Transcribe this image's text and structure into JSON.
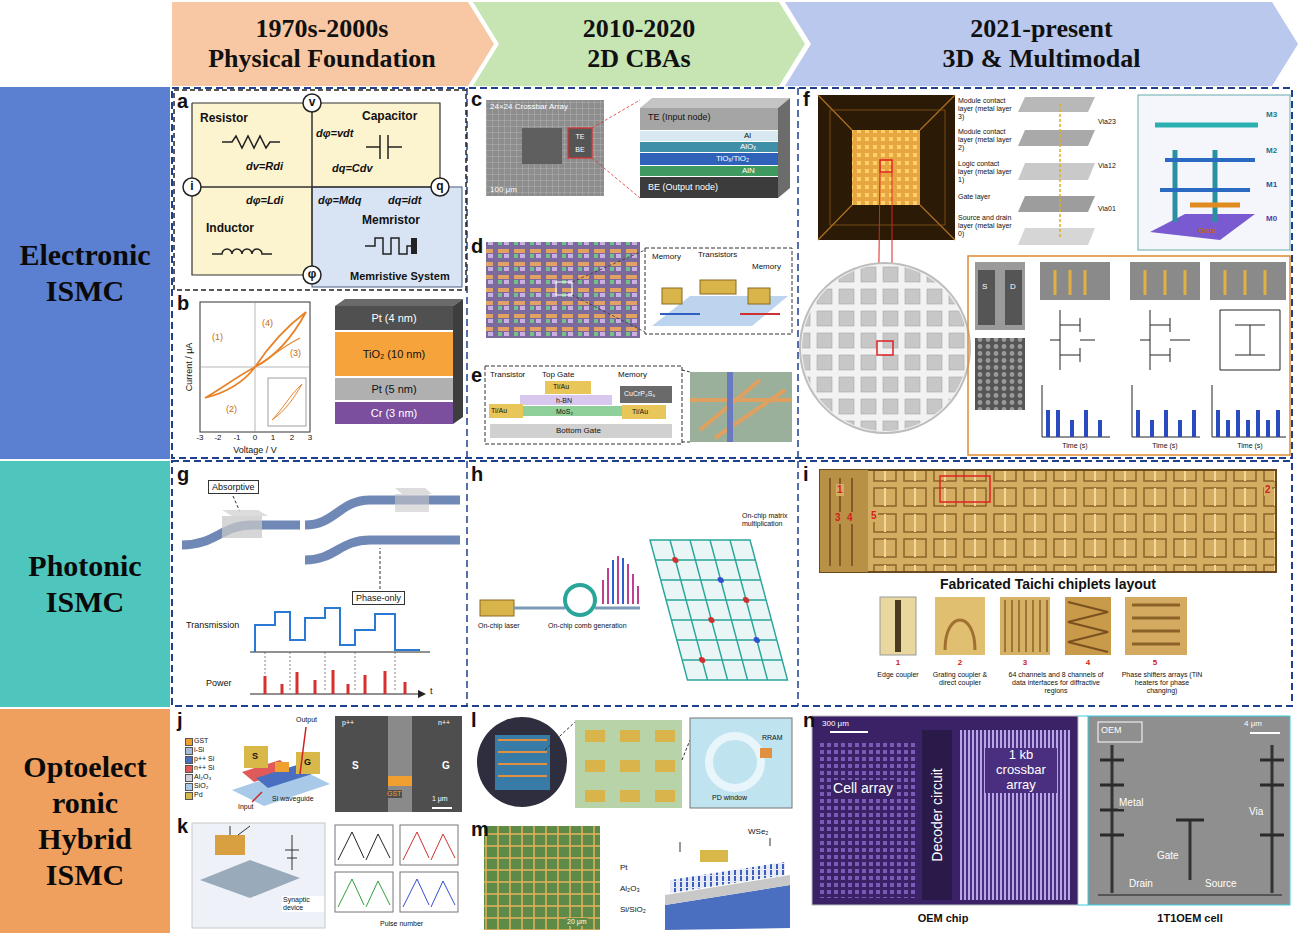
{
  "diagram": {
    "nodes": [
      {
        "text": [
          "1970s-2000s",
          "Physical Foundation"
        ]
      },
      {
        "text": [
          "2010-2020",
          "2D CBAs"
        ]
      },
      {
        "text": [
          "2021-present",
          "3D & Multimodal"
        ]
      },
      {
        "text": [
          "Electronic ISMC"
        ]
      },
      {
        "text": [
          "Photonic ISMC"
        ]
      },
      {
        "text": [
          "Optoelect ronic Hybrid ISMC"
        ]
      },
      {
        "text": [
          "a"
        ]
      },
      {
        "text": [
          "b"
        ]
      },
      {
        "text": [
          "c"
        ]
      },
      {
        "text": [
          "d"
        ]
      },
      {
        "text": [
          "e"
        ]
      },
      {
        "text": [
          "f"
        ]
      },
      {
        "text": [
          "g"
        ]
      },
      {
        "text": [
          "h"
        ]
      },
      {
        "text": [
          "i"
        ]
      },
      {
        "text": [
          "j"
        ]
      },
      {
        "text": [
          "k"
        ]
      },
      {
        "text": [
          "l"
        ]
      },
      {
        "text": [
          "m"
        ]
      },
      {
        "text": [
          "n"
        ]
      }
    ],
    "labels": [
      "v",
      "i",
      "q",
      "φ",
      "Resistor",
      "dv=Rdi",
      "Capacitor",
      "dq=Cdv",
      "dφ=vdt",
      "Inductor",
      "dφ=Ldi",
      "Memristor",
      "dφ=Mdq",
      "dq=idt",
      "Memristive System",
      "(1)",
      "(2)",
      "(3)",
      "(4)",
      "-3",
      "-2",
      "-1",
      "0",
      "1",
      "2",
      "3",
      "Voltage / V",
      "Current / μA",
      "Pt (4 nm)",
      "TiO₂ (10 nm)",
      "Pt (5 nm)",
      "Cr (3 nm)",
      "24×24 Crossbar Array",
      "TE",
      "BE",
      "100 μm",
      "TE (Input node)",
      "Al",
      "AlOₓ",
      "TiOₓ/TiO₂",
      "AlN",
      "BE (Output node)",
      "Memory",
      "Transistors",
      "Memory",
      "Transistor",
      "Top Gate",
      "Ti/Au",
      "h-BN",
      "MoS₂",
      "Ti/Au",
      "Memory",
      "CuCrP₂S₆",
      "Ti/Au",
      "Bottom Gate",
      "Module contact layer (metal layer 3)",
      "Module contact layer (metal layer 2)",
      "Logic contact layer (metal layer 1)",
      "Gate layer",
      "Source and drain layer (metal layer 0)",
      "Via23",
      "Via12",
      "Via01",
      "M3",
      "M2",
      "M1",
      "M0",
      "Gate",
      "S",
      "D",
      "Time (s)",
      "Time (s)",
      "Time (s)",
      "Absorptive",
      "Phase-only",
      "Transmission",
      "Power",
      "t",
      "On-chip laser",
      "On-chip comb generation",
      "On-chip matrix multiplication",
      "1",
      "2",
      "3",
      "4",
      "5",
      "Fabricated Taichi chiplets layout",
      "1",
      "2",
      "3",
      "4",
      "5",
      "Edge coupler",
      "Grating coupler & direct coupler",
      "64 channels and 8 channels of data interfaces for diffractive regions",
      "Phase shifters arrays (TiN heaters for phase changing)",
      "Output",
      "Input",
      "Si waveguide",
      "S",
      "G",
      "p++",
      "n++",
      "S",
      "G",
      "GST",
      "1 μm",
      "Synaptic device",
      "Pulse number",
      "RRAM",
      "PD window",
      "WSe₂",
      "Pt",
      "Al₂O₃",
      "Si/SiO₂",
      "20 μm",
      "300 μm",
      "Cell array",
      "Decoder circuit",
      "1 kb crossbar array",
      "OEM chip",
      "OEM",
      "4 μm",
      "Metal",
      "Via",
      "Gate",
      "Drain",
      "Source",
      "1T1OEM cell"
    ],
    "legend": [
      {
        "text": "GST",
        "color": "#f0a030"
      },
      {
        "text": "i-Si",
        "color": "#a8b8d8"
      },
      {
        "text": "p++ Si",
        "color": "#4a6fc0"
      },
      {
        "text": "n++ Si",
        "color": "#e05a5a"
      },
      {
        "text": "Al₂O₃",
        "color": "#d0d0dc"
      },
      {
        "text": "SiO₂",
        "color": "#a9c9e9"
      },
      {
        "text": "Pd",
        "color": "#d9b84a"
      }
    ]
  }
}
